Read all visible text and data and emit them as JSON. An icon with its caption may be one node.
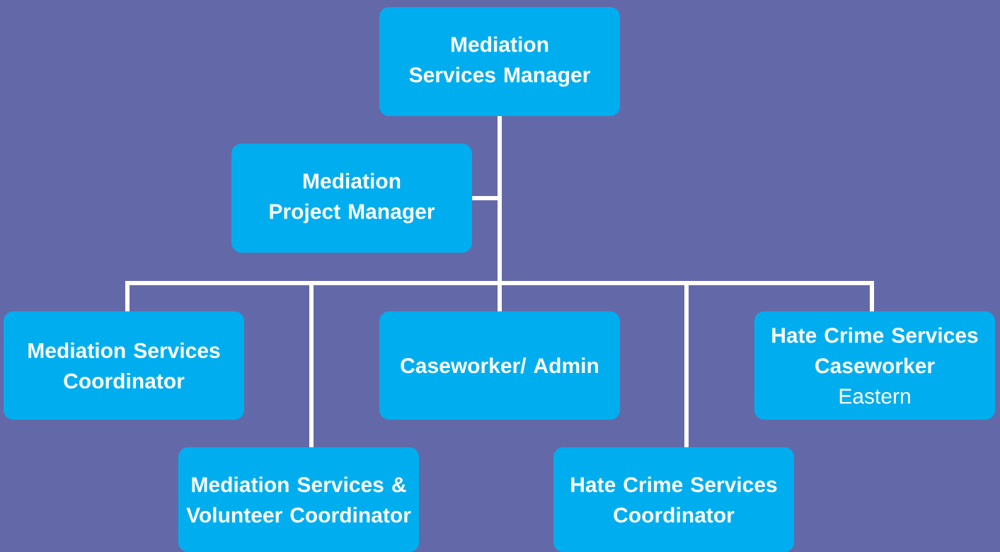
{
  "diagram": {
    "nodes": [
      {
        "text": [
          "Mediation Services Manager"
        ]
      },
      {
        "text": [
          "Mediation Project Manager"
        ]
      },
      {
        "text": [
          "Mediation Services Coordinator"
        ]
      },
      {
        "text": [
          "Mediation Services & Volunteer Coordinator"
        ]
      },
      {
        "text": [
          "Caseworker/ Admin"
        ]
      },
      {
        "text": [
          "Hate Crime Services Coordinator"
        ]
      },
      {
        "text": [
          "Hate Crime Services Caseworker",
          "Eastern"
        ]
      }
    ],
    "edges": [
      {
        "from": 0,
        "to": 1,
        "arrow": "none"
      },
      {
        "from": 0,
        "to": 2,
        "arrow": "none"
      },
      {
        "from": 0,
        "to": 3,
        "arrow": "none"
      },
      {
        "from": 0,
        "to": 4,
        "arrow": "none"
      },
      {
        "from": 0,
        "to": 5,
        "arrow": "none"
      },
      {
        "from": 0,
        "to": 6,
        "arrow": "none"
      }
    ]
  }
}
